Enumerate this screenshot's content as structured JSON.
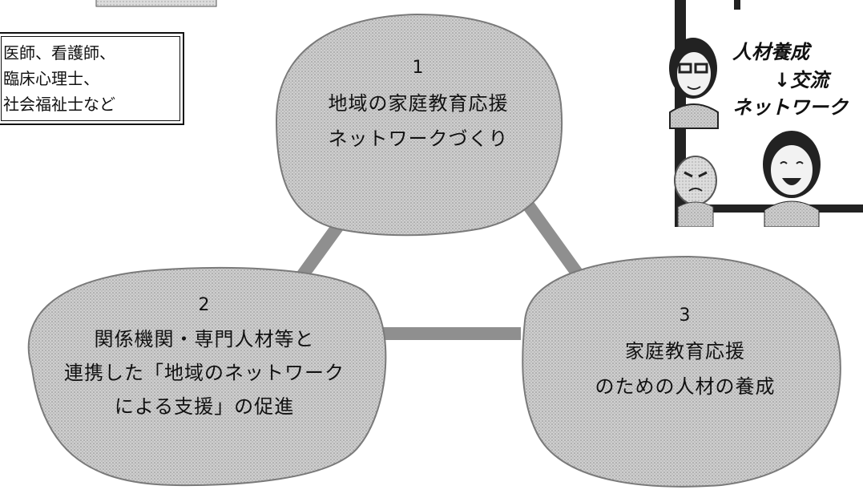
{
  "professionals": {
    "lines": [
      "医師、看護師、",
      "臨床心理士、",
      "社会福祉士など"
    ]
  },
  "nodes": [
    {
      "number": "1",
      "lines": [
        "地域の家庭教育応援",
        "ネットワークづくり"
      ]
    },
    {
      "number": "2",
      "lines": [
        "関係機関・専門人材等と",
        "連携した「地域のネットワーク",
        "による支援」の促進"
      ]
    },
    {
      "number": "3",
      "lines": [
        "家庭教育応援",
        "のための人材の養成"
      ]
    }
  ],
  "illustration": {
    "line1": "人材養成",
    "line2": "↓交流",
    "line3": "ネットワーク"
  },
  "colors": {
    "node_fill": "#c4c4c4",
    "node_edge": "#8a8a8a",
    "connector": "#9a9a9a",
    "text": "#111111"
  }
}
